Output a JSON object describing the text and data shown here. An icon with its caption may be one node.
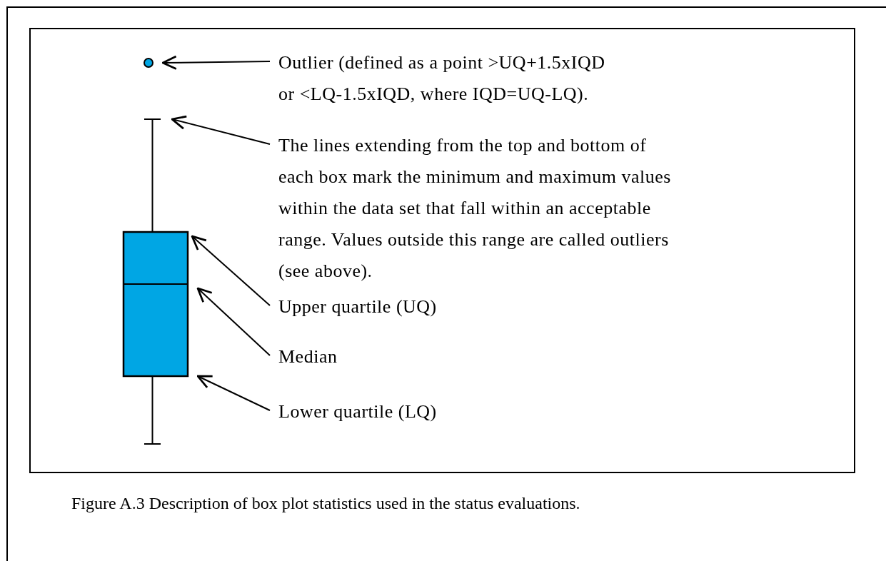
{
  "diagram": {
    "caption": "Figure A.3  Description of box plot statistics used in the status evaluations.",
    "nodes": [
      {
        "text": [
          "Outlier (defined as a point >UQ+1.5xIQD or <LQ-1.5xIQD, where IQD=UQ-LQ)."
        ]
      },
      {
        "text": [],
        "shape": "circle"
      },
      {
        "text": [
          "The lines extending from the top and bottom of each box mark the minimum and maximum values within the data set that fall within an acceptable range. Values outside this range are called outliers (see above)."
        ]
      },
      {
        "text": [],
        "shape": "bar"
      },
      {
        "text": [
          "Upper quartile (UQ)"
        ]
      },
      {
        "text": [],
        "shape": "box"
      },
      {
        "text": [
          "Median"
        ]
      },
      {
        "text": [],
        "shape": "bar",
        "in": 5
      },
      {
        "text": [
          "Lower quartile (LQ)"
        ]
      },
      {
        "text": [],
        "shape": "bar"
      }
    ],
    "edges": [
      {
        "from": 0,
        "to": 1,
        "arrow": "to"
      },
      {
        "from": 2,
        "to": 3,
        "arrow": "to"
      },
      {
        "from": 4,
        "to": 5,
        "arrow": "to"
      },
      {
        "from": 6,
        "to": 7,
        "arrow": "to"
      },
      {
        "from": 8,
        "to": 5,
        "arrow": "to"
      },
      {
        "from": 3,
        "to": 5,
        "arrow": "none"
      },
      {
        "from": 5,
        "to": 9,
        "arrow": "none"
      }
    ]
  }
}
